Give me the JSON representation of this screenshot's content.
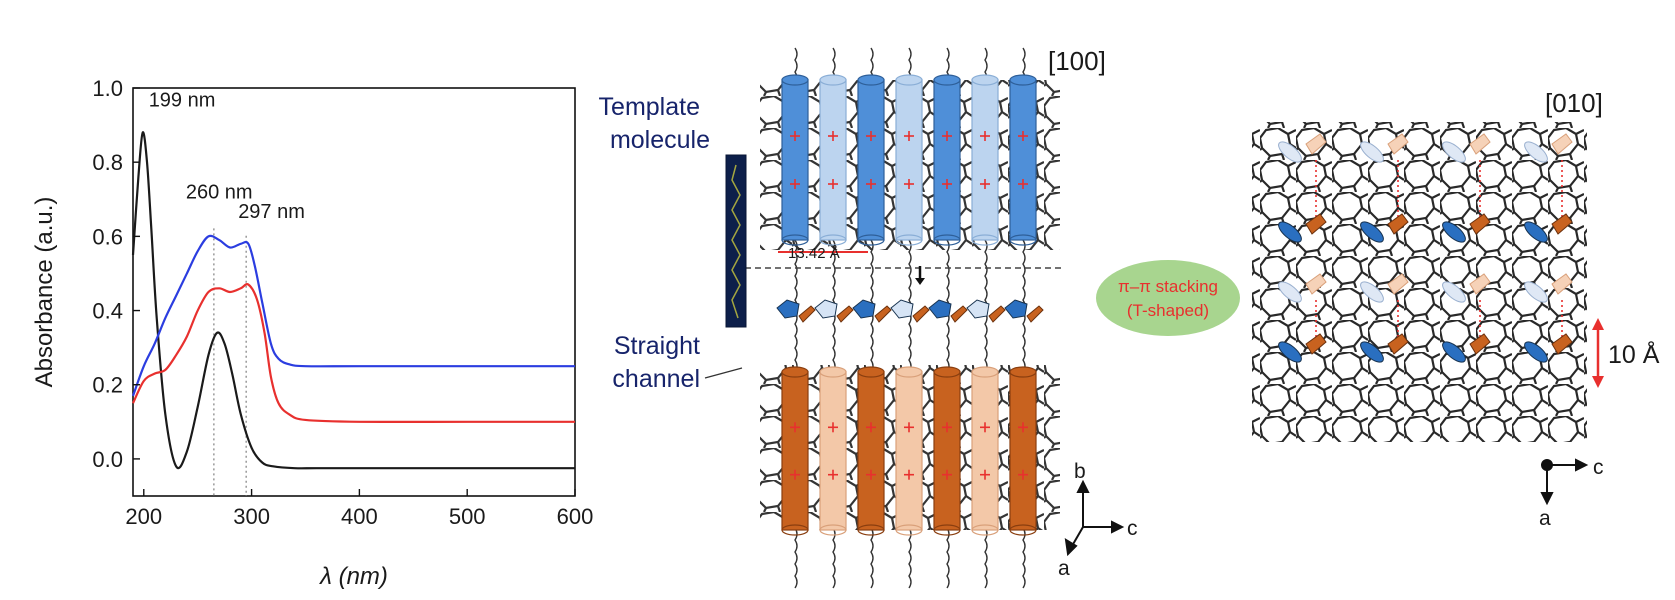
{
  "chart_data": {
    "type": "line",
    "xlabel": "λ (nm)",
    "ylabel": "Absorbance (a.u.)",
    "xlim": [
      190,
      600
    ],
    "ylim": [
      -0.1,
      1.0
    ],
    "xticks": [
      200,
      300,
      400,
      500,
      600
    ],
    "yticks": [
      0.0,
      0.2,
      0.4,
      0.6,
      0.8,
      1.0
    ],
    "grid": false,
    "series": [
      {
        "color": "#1a1a1a",
        "x": [
          190,
          195,
          199,
          203,
          207,
          212,
          220,
          230,
          240,
          250,
          260,
          268,
          275,
          282,
          290,
          300,
          310,
          320,
          340,
          360,
          400,
          500,
          600
        ],
        "y": [
          0.55,
          0.76,
          0.88,
          0.8,
          0.62,
          0.38,
          0.12,
          -0.02,
          0.02,
          0.14,
          0.28,
          0.34,
          0.31,
          0.23,
          0.12,
          0.03,
          -0.01,
          -0.02,
          -0.025,
          -0.025,
          -0.025,
          -0.025,
          -0.025
        ]
      },
      {
        "color": "#e8302e",
        "x": [
          190,
          200,
          210,
          220,
          230,
          240,
          250,
          260,
          270,
          280,
          290,
          297,
          305,
          312,
          318,
          325,
          335,
          350,
          400,
          500,
          600
        ],
        "y": [
          0.15,
          0.21,
          0.23,
          0.24,
          0.28,
          0.33,
          0.4,
          0.45,
          0.46,
          0.45,
          0.46,
          0.47,
          0.43,
          0.34,
          0.22,
          0.15,
          0.12,
          0.105,
          0.1,
          0.1,
          0.1
        ]
      },
      {
        "color": "#2b3de0",
        "x": [
          190,
          200,
          210,
          220,
          230,
          240,
          250,
          260,
          270,
          280,
          290,
          297,
          303,
          310,
          318,
          325,
          335,
          350,
          400,
          500,
          600
        ],
        "y": [
          0.17,
          0.25,
          0.31,
          0.38,
          0.44,
          0.5,
          0.56,
          0.6,
          0.59,
          0.57,
          0.58,
          0.58,
          0.52,
          0.42,
          0.31,
          0.27,
          0.255,
          0.25,
          0.25,
          0.25,
          0.25
        ]
      }
    ],
    "annotations": [
      {
        "text": "199 nm",
        "x": 199,
        "y": 0.88
      },
      {
        "text": "260 nm",
        "x": 265,
        "y": 0.6,
        "dotted_line": true
      },
      {
        "text": "297 nm",
        "x": 295,
        "y": 0.58,
        "dotted_line": true
      }
    ]
  },
  "diagram_100": {
    "direction_label": "[100]",
    "template_label_line1": "Template",
    "template_label_line2": "molecule",
    "channel_label_line1": "Straight",
    "channel_label_line2": "channel",
    "spacing_label": "13.42 Å",
    "colors": {
      "blue": "#4f8fd8",
      "orange": "#c8621f",
      "light_blue": "#bcd4ef",
      "light_orange": "#f3c8a8"
    },
    "axes": {
      "up": "b",
      "right": "c",
      "down": "a"
    }
  },
  "stacking_callout": {
    "line1": "π–π stacking",
    "line2": "(T-shaped)",
    "fill": "#a8d58f",
    "text_color": "#e8302e"
  },
  "diagram_010": {
    "direction_label": "[010]",
    "scale_label": "10 Å",
    "axes": {
      "right": "c",
      "down": "a"
    }
  }
}
